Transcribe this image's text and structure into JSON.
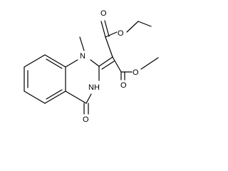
{
  "atoms": {
    "n1": "N",
    "methyl": "",
    "o_carbonyl": "O",
    "nh": "NH",
    "o_upper_carbonyl": "O",
    "o_upper_ester": "O",
    "o_lower_carbonyl": "O",
    "o_lower_ester": "O"
  },
  "colors": {
    "bond": "#000000",
    "background": "#ffffff"
  }
}
